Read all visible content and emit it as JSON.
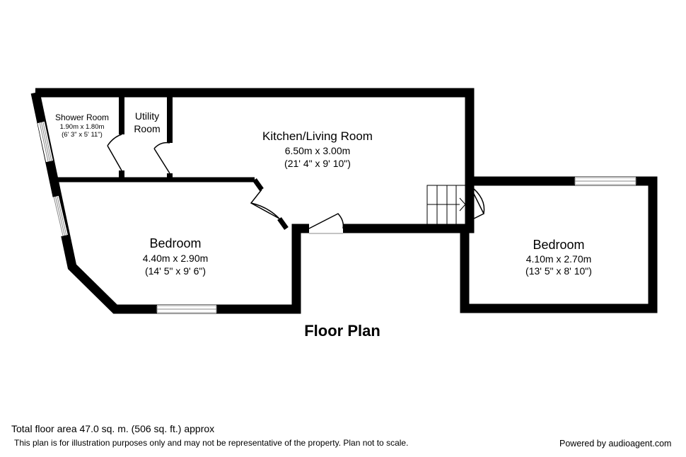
{
  "title": "Floor Plan",
  "rooms": {
    "shower": {
      "name": "Shower Room",
      "dim_m": "1.90m x 1.80m",
      "dim_ft": "(6' 3\" x 5' 11\")"
    },
    "utility": {
      "name_line1": "Utility",
      "name_line2": "Room"
    },
    "kitchen": {
      "name": "Kitchen/Living Room",
      "dim_m": "6.50m x 3.00m",
      "dim_ft": "(21' 4\" x 9' 10\")"
    },
    "bedroom_left": {
      "name": "Bedroom",
      "dim_m": "4.40m x 2.90m",
      "dim_ft": "(14' 5\" x 9' 6\")"
    },
    "bedroom_right": {
      "name": "Bedroom",
      "dim_m": "4.10m x 2.70m",
      "dim_ft": "(13' 5\" x 8' 10\")"
    }
  },
  "footer": {
    "total_area": "Total floor area 47.0 sq. m. (506 sq. ft.) approx",
    "disclaimer": "This plan is for illustration purposes only and may not be representative of the property. Plan not to scale.",
    "powered_by": "Powered by audioagent.com"
  },
  "colors": {
    "wall": "#000000",
    "window_frame": "#8a8a8a",
    "background": "#ffffff"
  }
}
